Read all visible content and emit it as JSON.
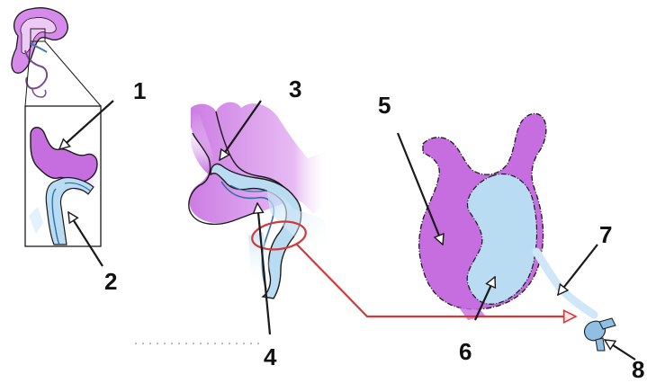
{
  "labels": {
    "l1": "1",
    "l2": "2",
    "l3": "3",
    "l4": "4",
    "l5": "5",
    "l6": "6",
    "l7": "7",
    "l8": "8"
  },
  "colors": {
    "ectoderm_purple": "#c66ee0",
    "endoderm_blue": "#b9dcf2",
    "outline": "#1a1a1a",
    "connector_red": "#d23a3a"
  }
}
